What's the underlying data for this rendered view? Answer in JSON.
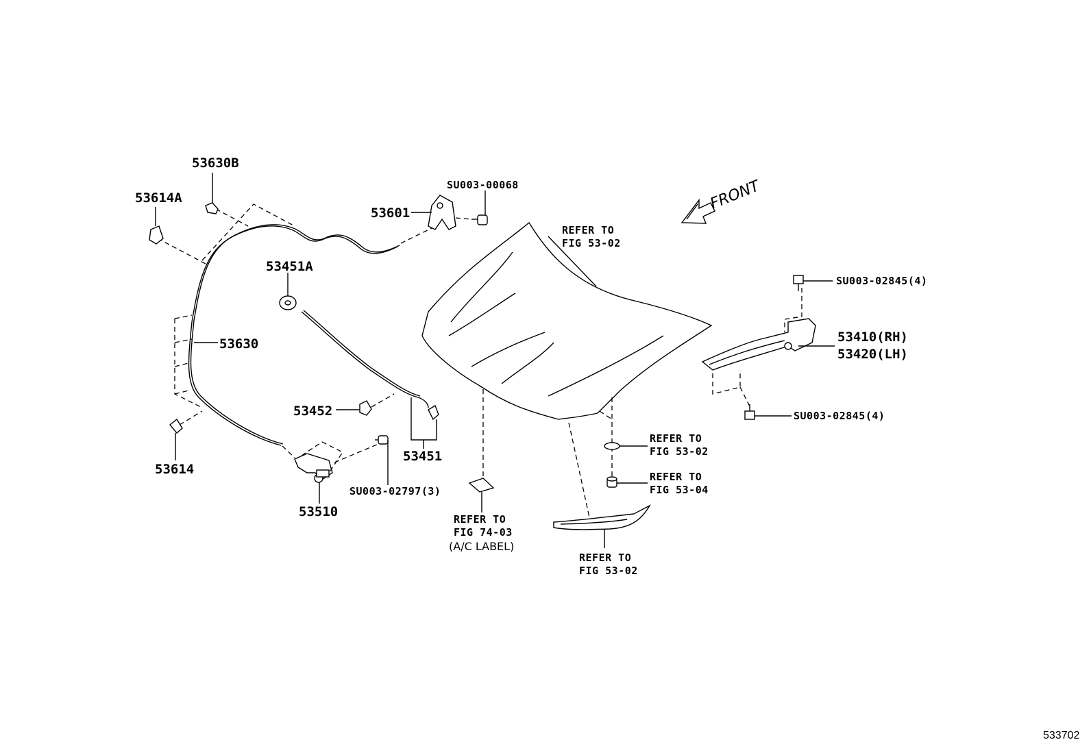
{
  "labels": {
    "p53630b": "53630B",
    "p53614a": "53614A",
    "p53601": "53601",
    "su00068": "SU003-00068",
    "p53451a": "53451A",
    "p53630": "53630",
    "p53452": "53452",
    "p53451": "53451",
    "p53614": "53614",
    "p53510": "53510",
    "su02797": "SU003-02797(3)",
    "front": "FRONT",
    "su02845_top": "SU003-02845(4)",
    "p53410": "53410(RH)",
    "p53420": "53420(LH)",
    "su02845_bot": "SU003-02845(4)",
    "ref_hood_1": "REFER TO",
    "ref_hood_2": "FIG 53-02",
    "ref_seal_1": "REFER TO",
    "ref_seal_2": "FIG 53-02",
    "ref_cush_1": "REFER TO",
    "ref_cush_2": "FIG 53-04",
    "ref_label_1": "REFER TO",
    "ref_label_2": "FIG 74-03",
    "ref_label_3": "(A/C LABEL)",
    "ref_insul_1": "REFER TO",
    "ref_insul_2": "FIG 53-02",
    "diagram_code": "533702"
  }
}
